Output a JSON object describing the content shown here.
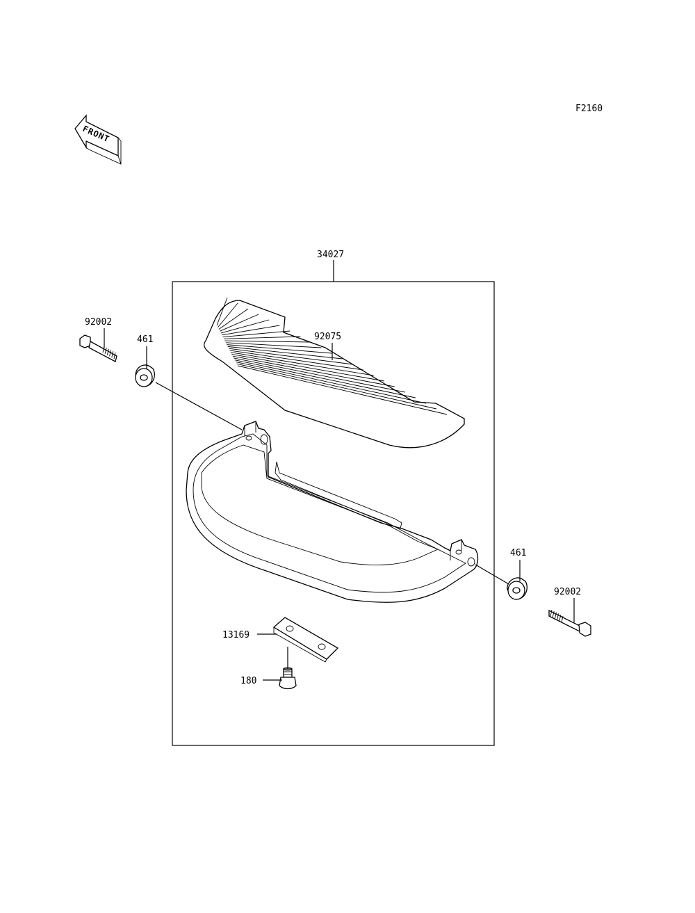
{
  "figure_code": "F2160",
  "front_label": "FRONT",
  "callouts": {
    "assembly": "34027",
    "mat": "92075",
    "bolt_left": "92002",
    "washer_left": "461",
    "washer_right": "461",
    "bolt_right": "92002",
    "bracket": "13169",
    "screw": "180"
  }
}
